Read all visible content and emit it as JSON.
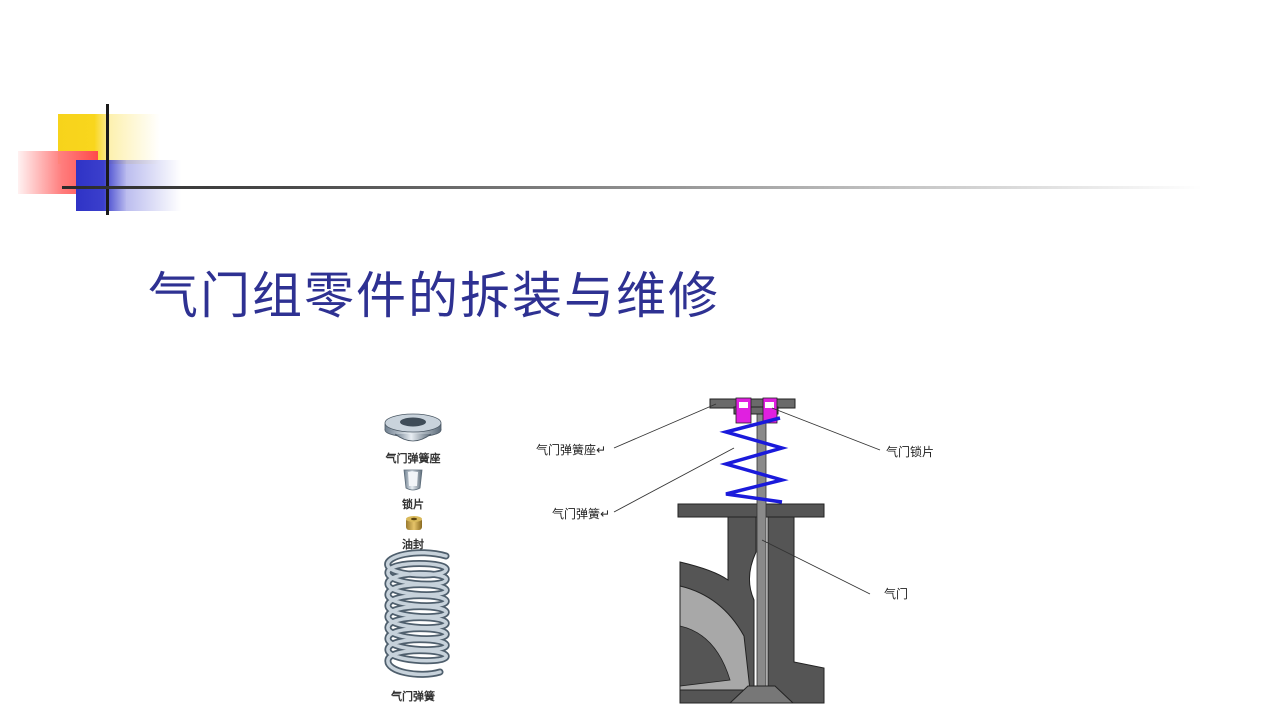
{
  "slide": {
    "title": "气门组零件的拆装与维修"
  },
  "parts_image": {
    "labels": [
      "气门弹簧座",
      "锁片",
      "油封",
      "气门弹簧"
    ]
  },
  "valve_diagram": {
    "labels": {
      "spring_seat": "气门弹簧座↵",
      "spring": "气门弹簧↵",
      "lock": "气门锁片",
      "valve": "气门"
    }
  },
  "colors": {
    "title": "#2e3192",
    "spring": "#1a1adb",
    "lock": "#e020e0",
    "casting_dark": "#555555",
    "casting_light": "#a8a8a8"
  }
}
